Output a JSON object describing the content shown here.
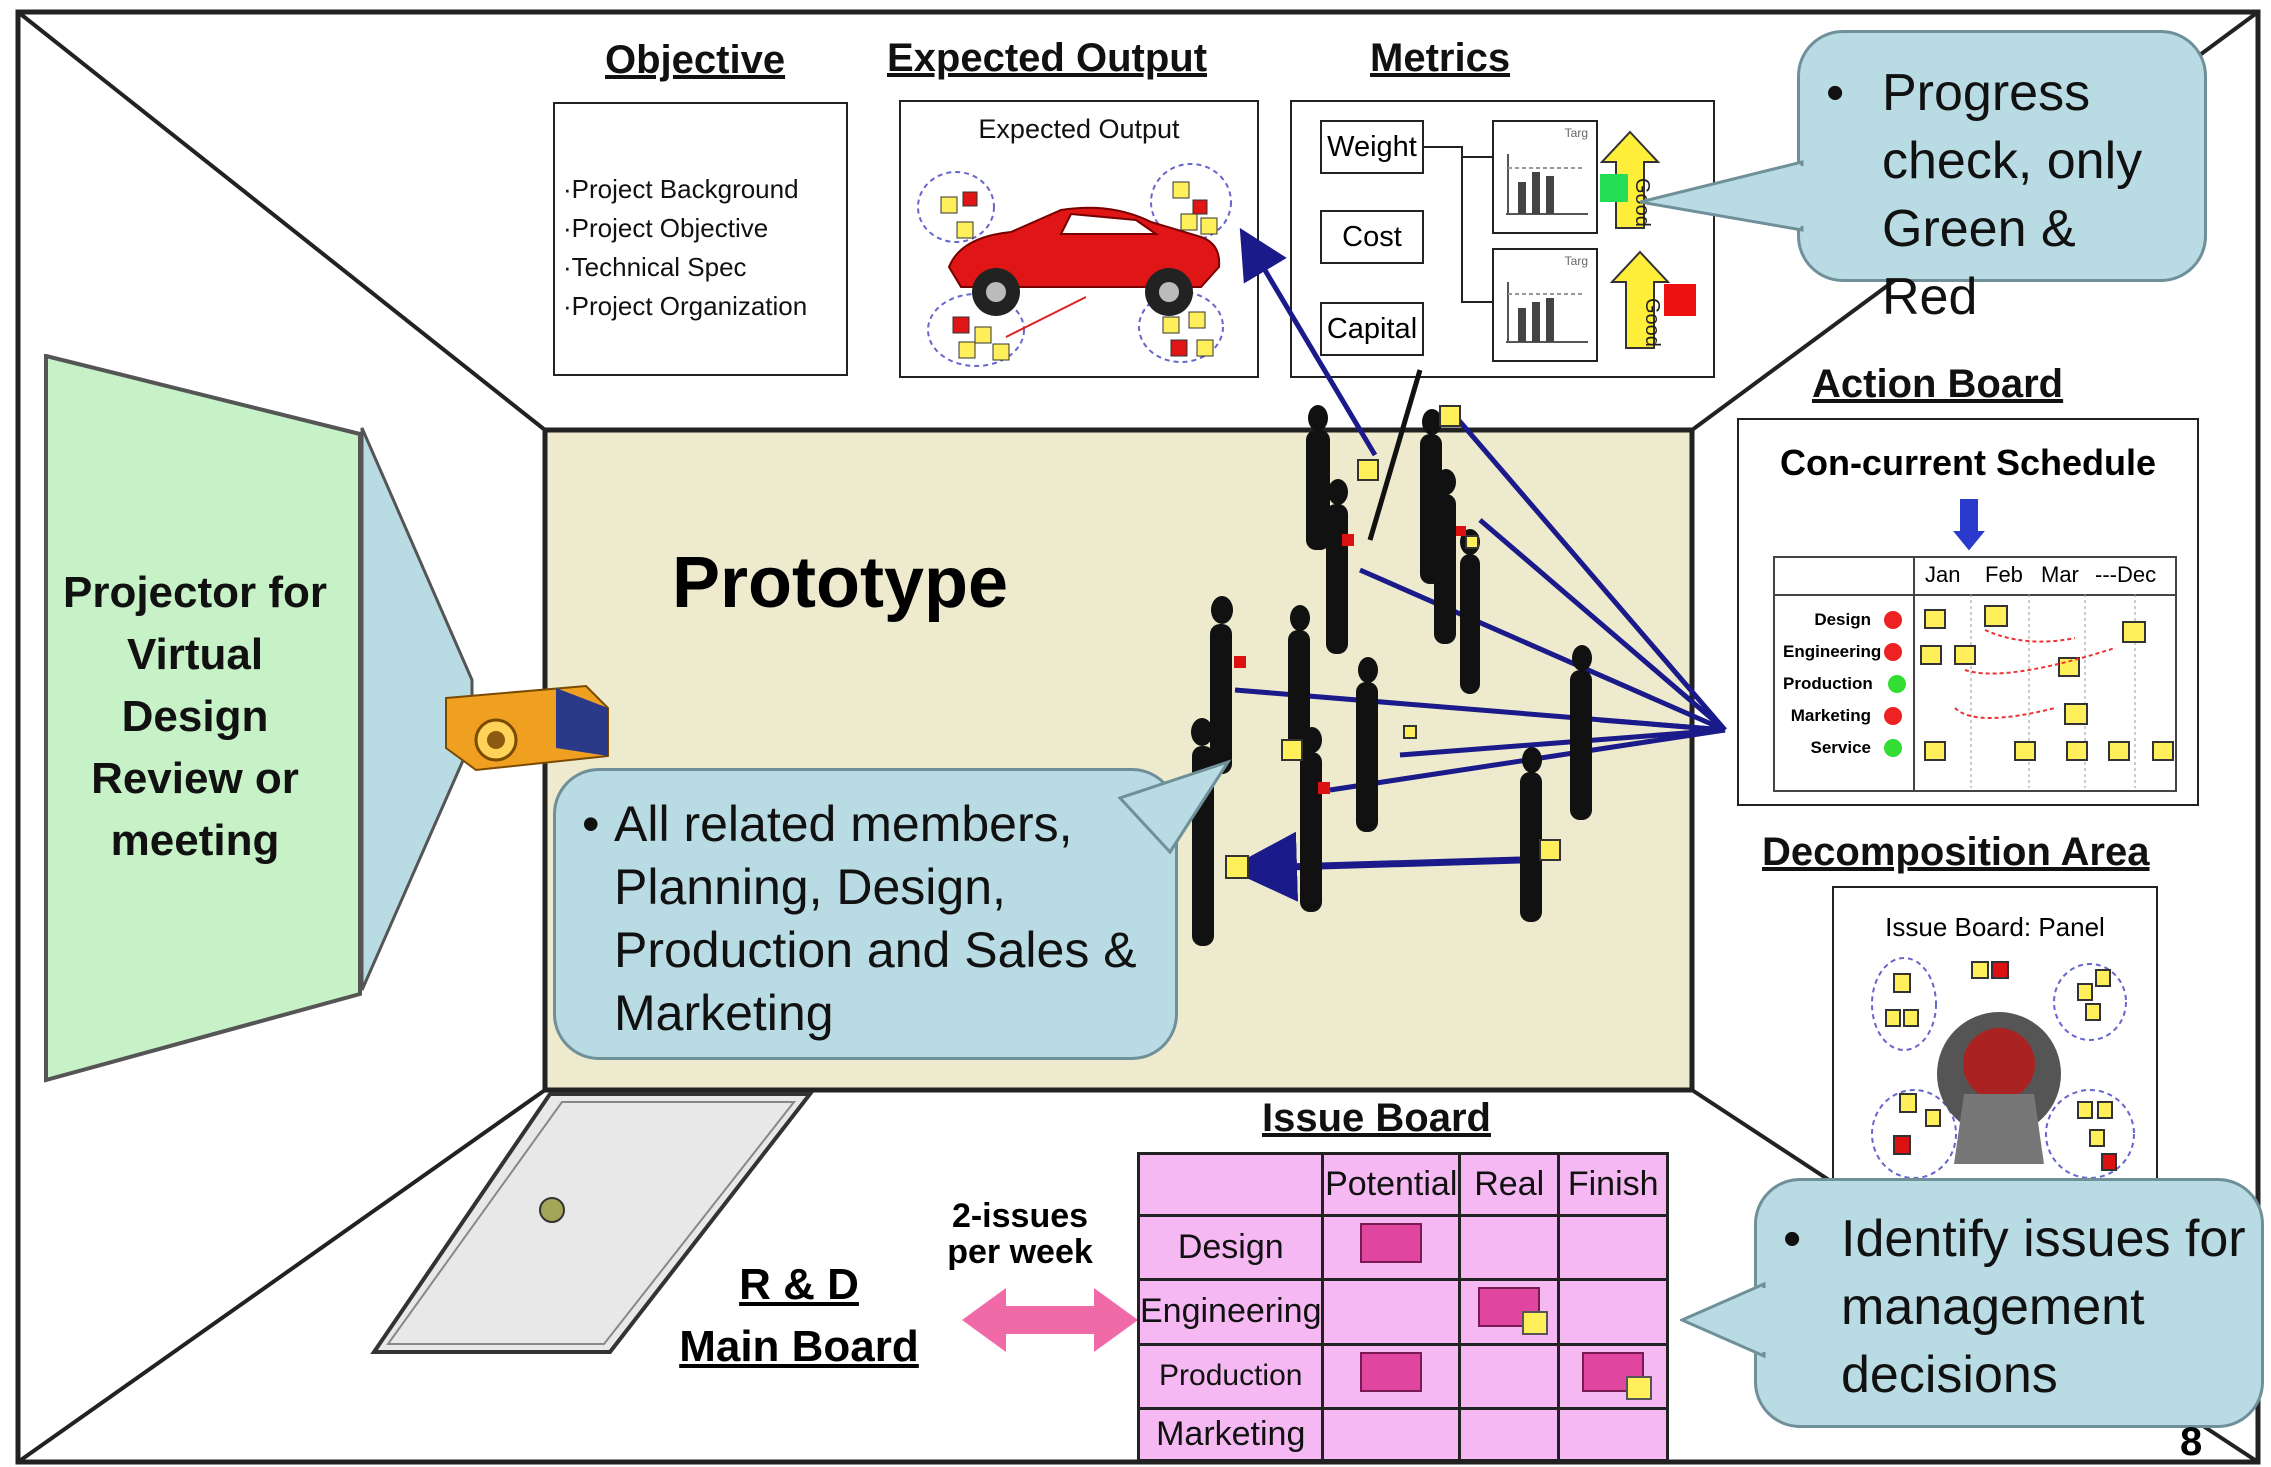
{
  "objective": {
    "title": "Objective",
    "items": [
      "·Project Background",
      "·Project Objective",
      "·Technical Spec",
      "·Project Organization"
    ]
  },
  "expected_output": {
    "title": "Expected Output",
    "inner_label": "Expected Output"
  },
  "metrics": {
    "title": "Metrics",
    "boxes": [
      "Weight",
      "Cost",
      "Capital"
    ],
    "chart_label": "Targ",
    "status_label": "Good",
    "status_colors": {
      "green": "#22dd55",
      "red": "#ee1111"
    }
  },
  "callout_progress": {
    "text": "Progress check, only Green & Red"
  },
  "projector_panel": {
    "text": "Projector for Virtual Design Review or meeting"
  },
  "prototype": {
    "label": "Prototype"
  },
  "callout_members": {
    "text": "All related members, Planning, Design, Production and Sales & Marketing"
  },
  "action_board": {
    "title": "Action Board",
    "schedule_title": "Con-current Schedule",
    "months": [
      "Jan",
      "Feb",
      "Mar",
      "---Dec"
    ],
    "rows": [
      "Design",
      "Engineering",
      "Production",
      "Marketing",
      "Service"
    ],
    "status_colors": [
      "#ee2222",
      "#ee2222",
      "#33dd33",
      "#ee2222",
      "#33dd33"
    ]
  },
  "decomposition": {
    "title": "Decomposition Area",
    "panel_label": "Issue Board: Panel"
  },
  "issue_board": {
    "title": "Issue Board",
    "columns": [
      "Potential",
      "Real",
      "Finish"
    ],
    "rows": [
      "Design",
      "Engineering",
      "Production",
      "Marketing"
    ]
  },
  "frequency_label": "2-issues per week",
  "main_board": {
    "line1": "R & D",
    "line2": "Main Board"
  },
  "callout_identify": {
    "text": "Identify issues for management decisions"
  },
  "page_number": "8",
  "colors": {
    "prototype_area": "#edeacd",
    "callout_fill": "#b9dbe3",
    "projector_screen": "#c7f2c7",
    "issue_board_fill": "#f5b8f2",
    "note_yellow": "#ffef5a",
    "arrow_navy": "#1a1a8a",
    "arrow_pink": "#f06aa8"
  }
}
